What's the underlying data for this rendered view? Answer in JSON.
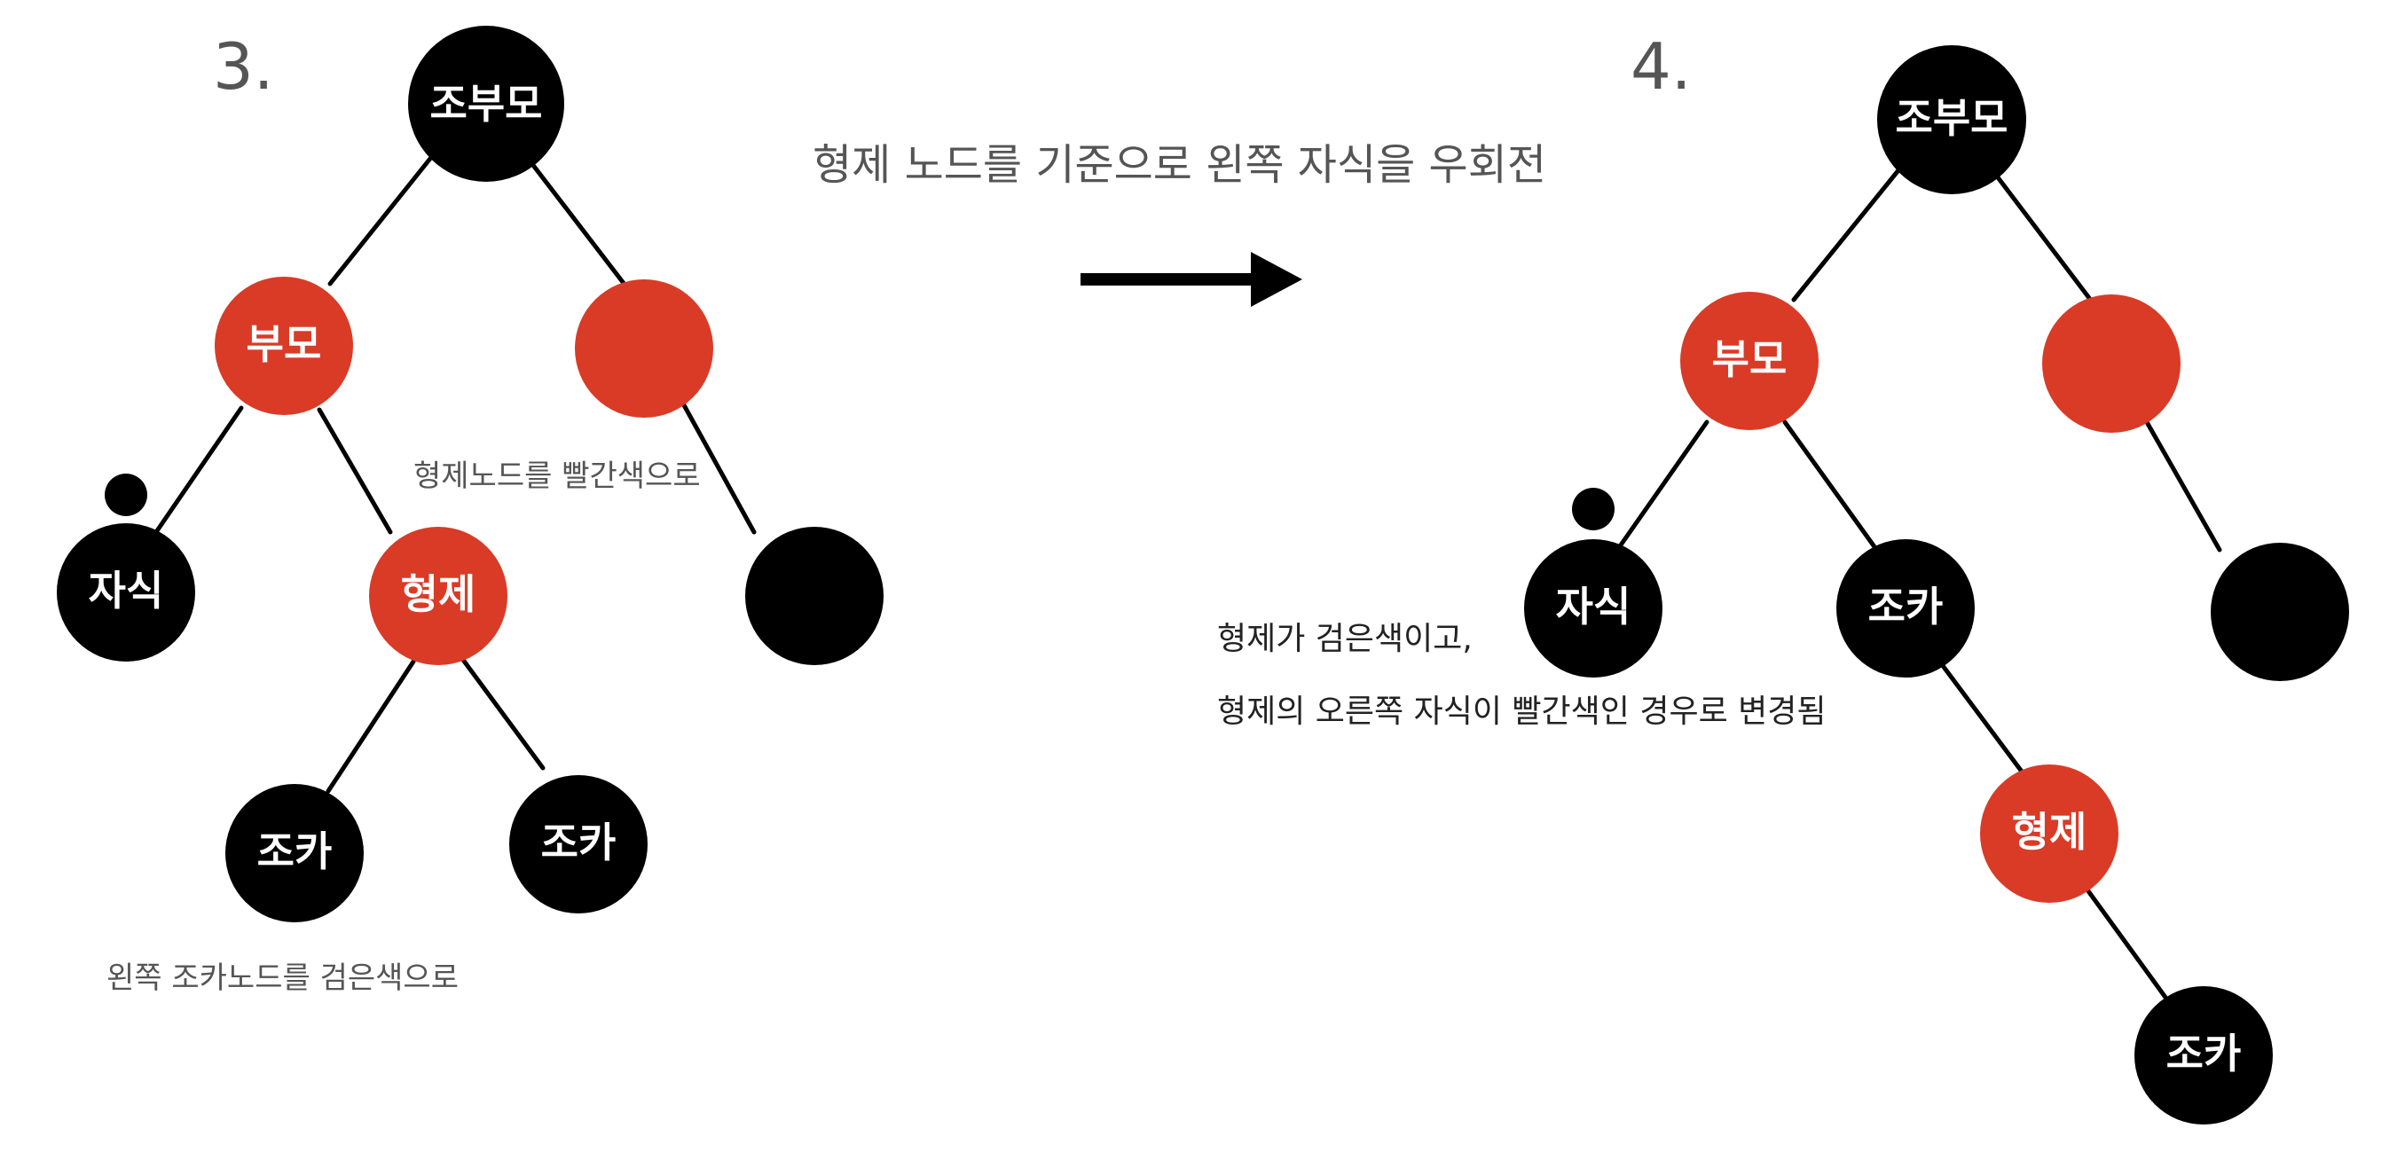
{
  "colors": {
    "red": "#d93b27",
    "black": "#000000"
  },
  "step3": {
    "number": "3.",
    "nodes": {
      "grandparent": {
        "label": "조부모",
        "color": "black"
      },
      "parent": {
        "label": "부모",
        "color": "red"
      },
      "uncle": {
        "label": "",
        "color": "red"
      },
      "uncle_child": {
        "label": "",
        "color": "black"
      },
      "child": {
        "label": "자식",
        "color": "black"
      },
      "sibling": {
        "label": "형제",
        "color": "red"
      },
      "nephew_left": {
        "label": "조카",
        "color": "black"
      },
      "nephew_right": {
        "label": "조카",
        "color": "black"
      },
      "double_black_marker": {
        "label": "",
        "color": "black"
      }
    },
    "note_sibling": "형제노드를 빨간색으로",
    "note_nephew": "왼쪽 조카노드를 검은색으로"
  },
  "transition": {
    "title": "형제 노드를 기준으로 왼쪽 자식을 우회전"
  },
  "step4": {
    "number": "4.",
    "nodes": {
      "grandparent": {
        "label": "조부모",
        "color": "black"
      },
      "parent": {
        "label": "부모",
        "color": "red"
      },
      "uncle": {
        "label": "",
        "color": "red"
      },
      "uncle_child": {
        "label": "",
        "color": "black"
      },
      "child": {
        "label": "자식",
        "color": "black"
      },
      "nephew_top": {
        "label": "조카",
        "color": "black"
      },
      "sibling": {
        "label": "형제",
        "color": "red"
      },
      "nephew_bottom": {
        "label": "조카",
        "color": "black"
      },
      "double_black_marker": {
        "label": "",
        "color": "black"
      }
    },
    "note_line1": "형제가 검은색이고,",
    "note_line2": "형제의 오른쪽 자식이 빨간색인 경우로 변경됨"
  }
}
